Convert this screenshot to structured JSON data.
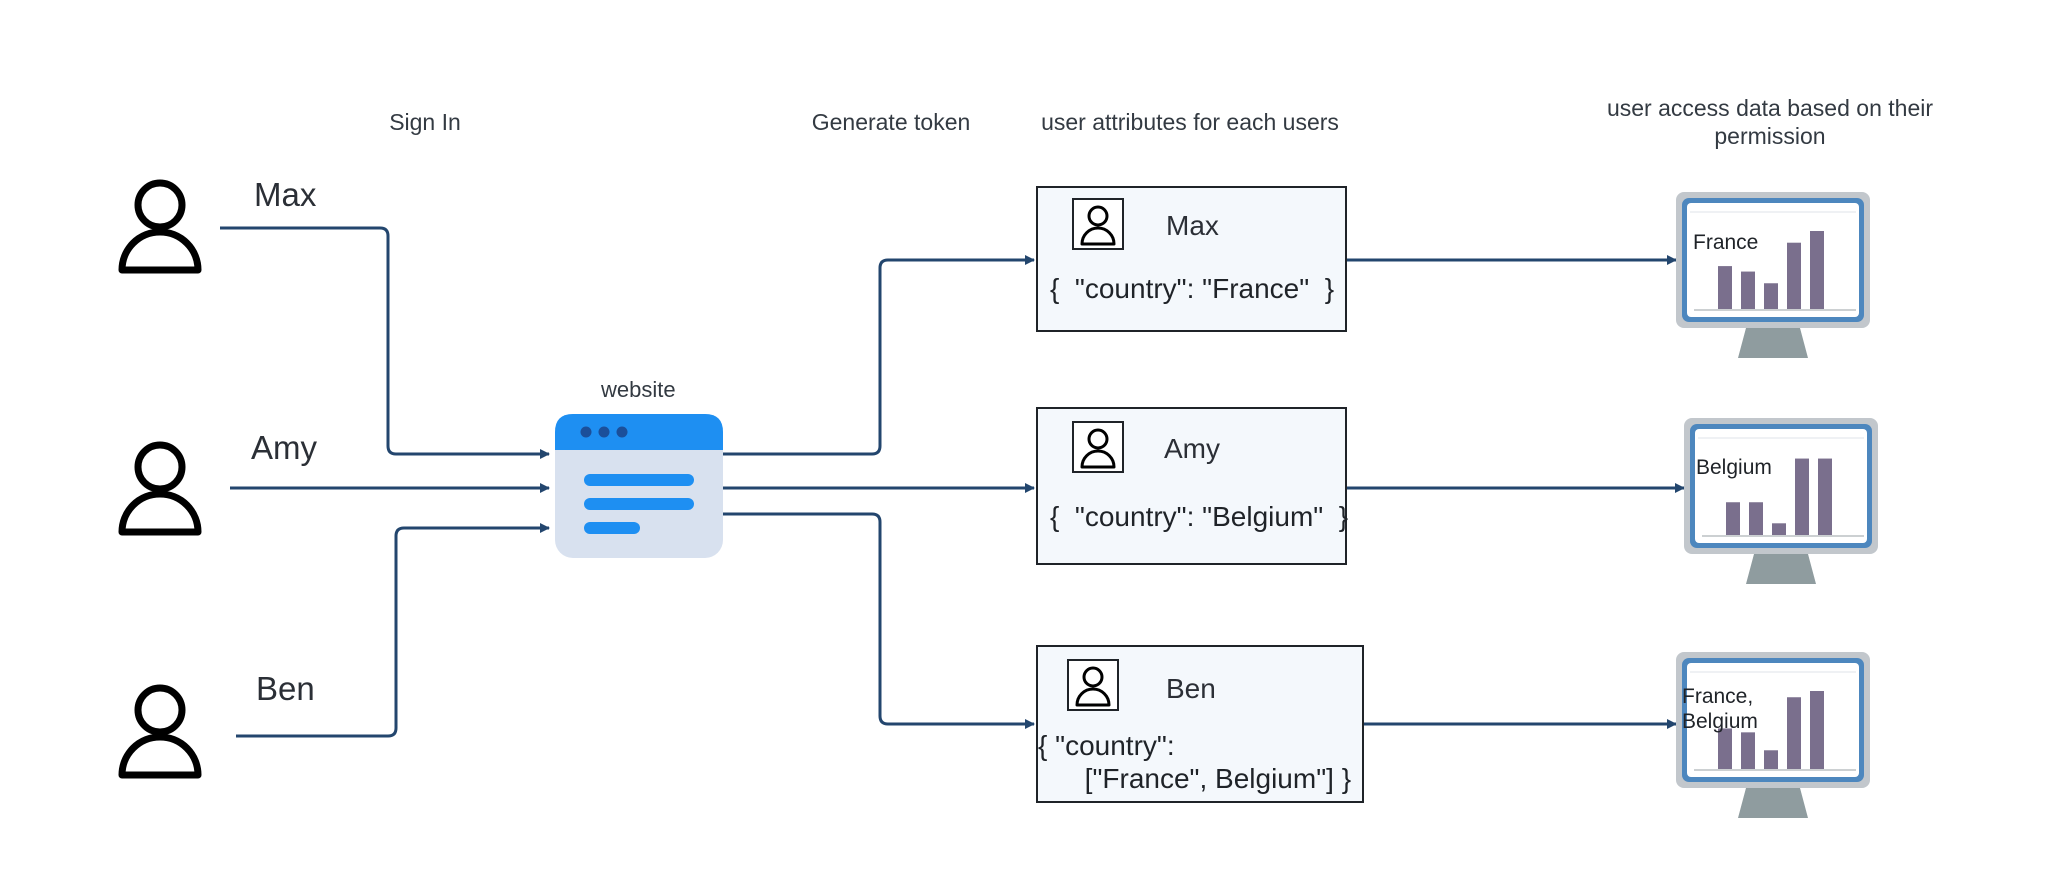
{
  "headers": {
    "sign_in": "Sign In",
    "generate_token": "Generate token",
    "user_attributes": "user attributes for each users",
    "user_access_line1": "user access data based on their",
    "user_access_line2": "permission"
  },
  "users": [
    {
      "name": "Max"
    },
    {
      "name": "Amy"
    },
    {
      "name": "Ben"
    }
  ],
  "website": {
    "label": "website"
  },
  "attribute_cards": [
    {
      "name": "Max",
      "json": "{  \"country\": \"France\"  }"
    },
    {
      "name": "Amy",
      "json": "{  \"country\": \"Belgium\"  }"
    },
    {
      "name": "Ben",
      "json": "{ \"country\":\n      [\"France\", Belgium\"] }"
    }
  ],
  "dashboards": [
    {
      "caption": "France",
      "bars": [
        0.55,
        0.48,
        0.33,
        0.85,
        1.0
      ]
    },
    {
      "caption": "Belgium",
      "bars": [
        0.42,
        0.42,
        0.15,
        0.98,
        0.98
      ]
    },
    {
      "caption": "France,\nBelgium",
      "bars": [
        0.52,
        0.47,
        0.24,
        0.92,
        1.0
      ]
    }
  ],
  "colors": {
    "connector": "#23466e",
    "browser_header": "#1e8ff2",
    "browser_body": "#d8e1ef",
    "browser_lines": "#1e8ff2",
    "browser_dots": "#1b4f9a",
    "card_fill": "#f4f8fc",
    "monitor_frame": "#c2c7cc",
    "monitor_bezel": "#4d87be",
    "monitor_stand": "#8f9c9f",
    "bar_fill": "#7a6f8d"
  }
}
